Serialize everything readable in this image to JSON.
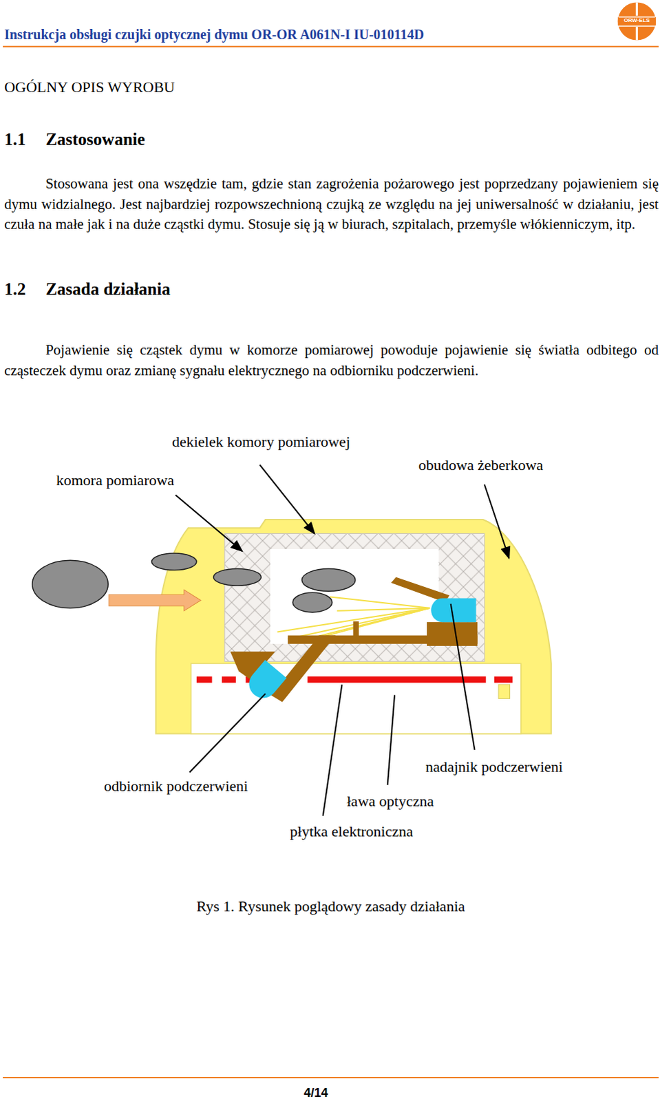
{
  "diagram": {
    "title": "Instrukcja obsługi czujki optycznej dymu OR-OR A061N-I IU-010114D",
    "caption": "Rys 1. Rysunek poglądowy zasady działania",
    "labels": [
      "ORW·ELS",
      "OGÓLNY OPIS WYROBU",
      "1.1",
      "Zastosowanie",
      "Stosowana jest ona wszędzie tam, gdzie stan zagrożenia pożarowego jest poprzedzany pojawieniem się dymu widzialnego. Jest najbardziej rozpowszechnioną czujką ze względu na jej uniwersalność w działaniu, jest czuła na małe jak i na duże cząstki dymu. Stosuje się ją w biurach, szpitalach, przemyśle włókienniczym, itp.",
      "1.2",
      "Zasada działania",
      "Pojawienie się cząstek dymu w komorze pomiarowej powoduje pojawienie się światła odbitego od cząsteczek dymu oraz zmianę sygnału elektrycznego na odbiorniku podczerwieni.",
      "dekielek komory pomiarowej",
      "komora pomiarowa",
      "obudowa żeberkowa",
      "nadajnik podczerwieni",
      "odbiornik podczerwieni",
      "ława optyczna",
      "płytka elektroniczna",
      "4/14"
    ]
  }
}
